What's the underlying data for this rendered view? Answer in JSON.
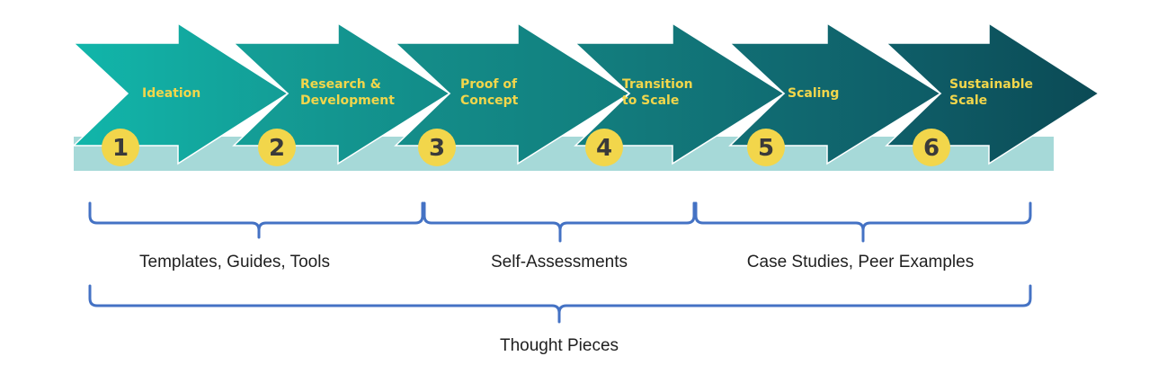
{
  "stages": [
    {
      "number": "1",
      "lines": [
        "Ideation"
      ]
    },
    {
      "number": "2",
      "lines": [
        "Research &",
        "Development"
      ]
    },
    {
      "number": "3",
      "lines": [
        "Proof of",
        "Concept"
      ]
    },
    {
      "number": "4",
      "lines": [
        "Transition",
        "to Scale"
      ]
    },
    {
      "number": "5",
      "lines": [
        "Scaling"
      ]
    },
    {
      "number": "6",
      "lines": [
        "Sustainable",
        "Scale"
      ]
    }
  ],
  "resources": {
    "templates": "Templates, Guides, Tools",
    "self_assessments": "Self-Assessments",
    "case_studies": "Case Studies, Peer Examples",
    "thought_pieces": "Thought Pieces"
  },
  "colors": {
    "stage_label": "#f2d64b",
    "number_circle": "#f2d64b",
    "band": "#a6d9d8",
    "bracket": "#4472c4",
    "arrow_gradient_start": "#1ab3a8",
    "arrow_gradient_end": "#0d4f5b"
  }
}
